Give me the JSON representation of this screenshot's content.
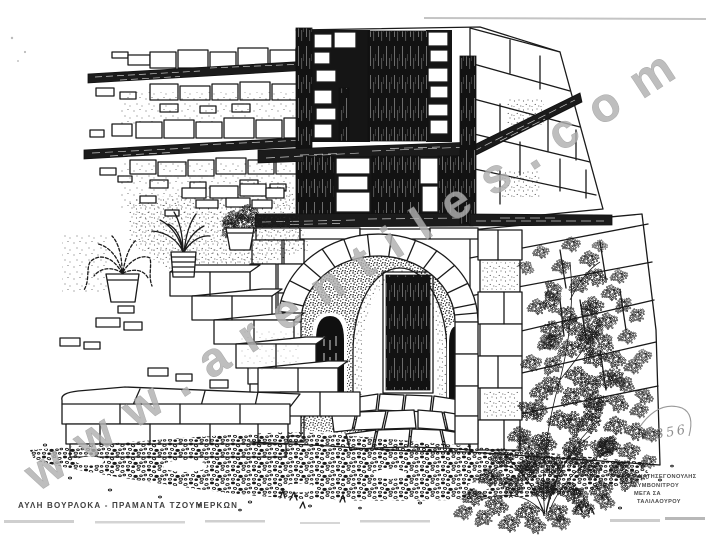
{
  "artwork": {
    "caption": "ΑΥΛΗ  ΒΟΥΡΛΟΚΑ - ΠΡΑΜΑΝΤΑ  ΤΖΟΥΜΕΡΚΩΝ",
    "watermark": "www.arentiles.com",
    "catalog_number": "5356",
    "side_note_line1": "ΑΝΑΤΗΣΕΓΟΝΟΥΛΗΣ",
    "side_note_line2": "ΛΥΜΒΟΝΙΤΡΟΥ",
    "side_note_line3": "ΜΕΓΑ ΣΑ",
    "side_note_line4": "ΤΑΛΙΛΑΟΥΡΟΥ",
    "colors": {
      "ink": "#1a1a1a",
      "watermark_gray": "#b3b3b3",
      "paper": "#ffffff"
    }
  }
}
